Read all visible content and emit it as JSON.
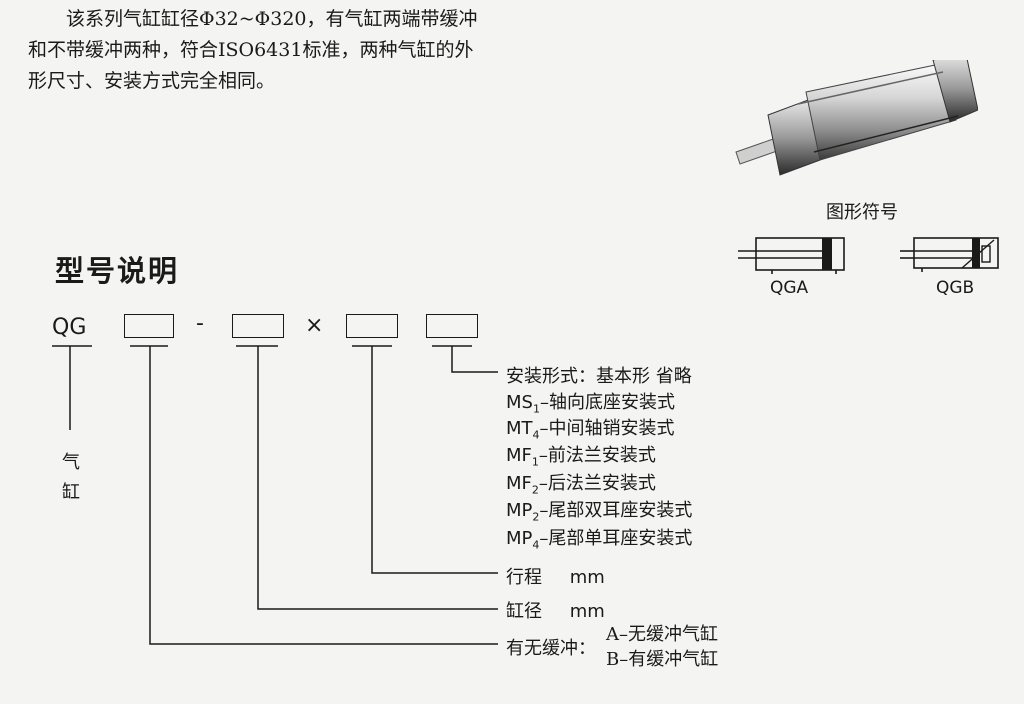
{
  "intro": {
    "line1": "该系列气缸缸径Φ32~Φ320，有气缸两端带缓冲",
    "line2": "和不带缓冲两种，符合ISO6431标准，两种气缸的外",
    "line3": "形尺寸、安装方式完全相同。"
  },
  "symbols": {
    "caption": "图形符号",
    "qga": "QGA",
    "qgb": "QGB"
  },
  "model": {
    "title": "型号说明",
    "prefix": "QG",
    "dash": "-",
    "times": "×",
    "prefix_char1": "气",
    "prefix_char2": "缸",
    "mounting": {
      "heading": "安装形式：基本形 省略",
      "options": [
        {
          "code": "MS",
          "sub": "1",
          "desc": "–轴向底座安装式"
        },
        {
          "code": "MT",
          "sub": "4",
          "desc": "–中间轴销安装式"
        },
        {
          "code": "MF",
          "sub": "1",
          "desc": "–前法兰安装式"
        },
        {
          "code": "MF",
          "sub": "2",
          "desc": "–后法兰安装式"
        },
        {
          "code": "MP",
          "sub": "2",
          "desc": "–尾部双耳座安装式"
        },
        {
          "code": "MP",
          "sub": "4",
          "desc": "–尾部单耳座安装式"
        }
      ]
    },
    "stroke": {
      "label": "行程",
      "unit": "mm"
    },
    "bore": {
      "label": "缸径",
      "unit": "mm"
    },
    "cushion": {
      "label": "有无缓冲：",
      "a": "A–无缓冲气缸",
      "b": "B–有缓冲气缸"
    }
  }
}
